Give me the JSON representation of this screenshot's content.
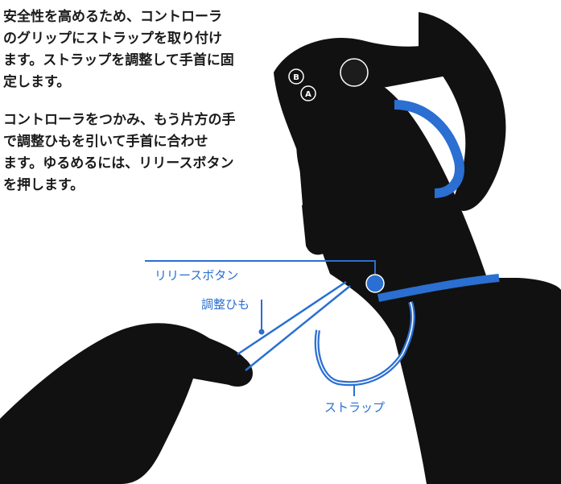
{
  "instructions": {
    "para1": [
      "安全性を高めるため、コントローラ",
      "のグリップにストラップを取り付け",
      "ます。ストラップを調整して手首に固",
      "定します。"
    ],
    "para2": [
      "コントローラをつかみ、もう片方の手",
      "で調整ひもを引いて手首に合わせ",
      "ます。ゆるめるには、リリースボタン",
      "を押します。"
    ]
  },
  "callouts": {
    "release_button": "リリースボタン",
    "adjust_cord": "調整ひも",
    "strap": "ストラップ"
  },
  "controller_buttons": {
    "b": "B",
    "a": "A"
  },
  "colors": {
    "accent_blue": "#2a6fd1",
    "silhouette": "#111111"
  }
}
